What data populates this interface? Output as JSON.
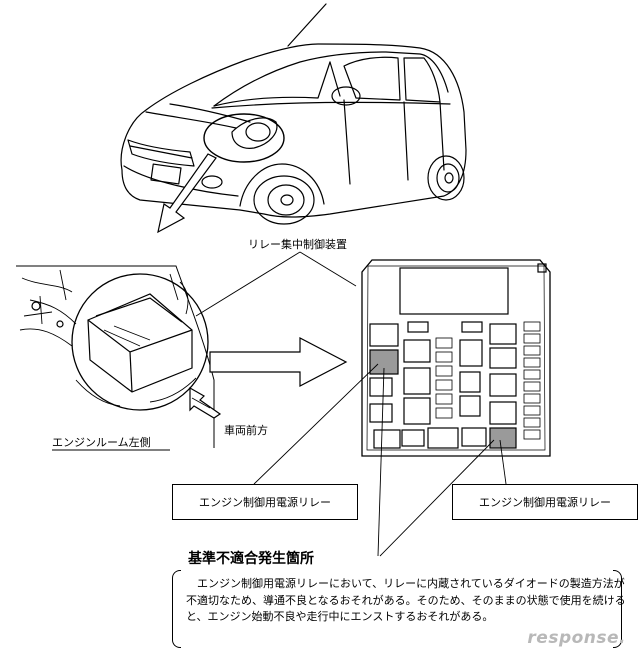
{
  "labels": {
    "relay_unit": "リレー集中制御装置",
    "engine_room_left": "エンジンルーム左側",
    "vehicle_front": "車両前方",
    "relay_left": "エンジン制御用電源リレー",
    "relay_right": "エンジン制御用電源リレー",
    "defect_location": "基準不適合発生箇所"
  },
  "note": {
    "text": "エンジン制御用電源リレーにおいて、リレーに内蔵されているダイオードの製造方法が不適切なため、導通不良となるおそれがある。そのため、そのままの状態で使用を続けると、エンジン始動不良や走行中にエンストするおそれがある。"
  },
  "watermark": "response."
}
